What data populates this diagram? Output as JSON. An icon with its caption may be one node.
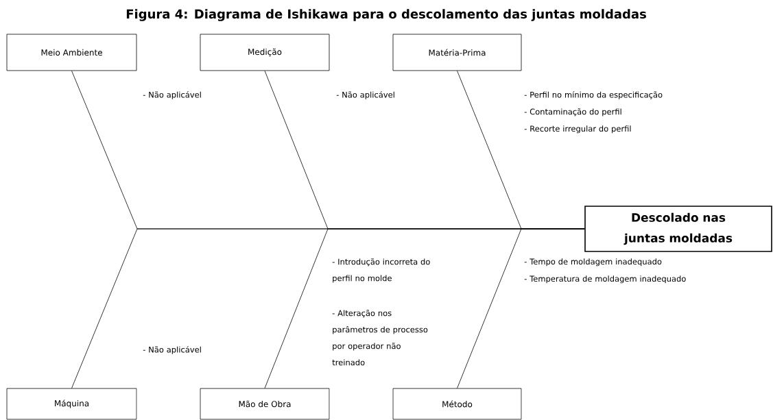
{
  "diagram": {
    "title": "Figura 4: Diagrama de Ishikawa para o descolamento das juntas moldadas",
    "nodes": [
      {
        "text": [
          "Meio Ambiente"
        ]
      },
      {
        "text": [
          "Medição"
        ]
      },
      {
        "text": [
          "Matéria-Prima"
        ]
      },
      {
        "text": [
          "Descolado nas juntas moldadas"
        ]
      },
      {
        "text": [
          "Máquina"
        ]
      },
      {
        "text": [
          "Mão de Obra"
        ]
      },
      {
        "text": [
          "Método"
        ]
      }
    ],
    "edges": [
      {
        "from": 0,
        "to": 3,
        "arrow": "none"
      },
      {
        "from": 1,
        "to": 3,
        "arrow": "none"
      },
      {
        "from": 2,
        "to": 3,
        "arrow": "none"
      },
      {
        "from": 4,
        "to": 3,
        "arrow": "none"
      },
      {
        "from": 5,
        "to": 3,
        "arrow": "none"
      },
      {
        "from": 6,
        "to": 3,
        "arrow": "none"
      }
    ],
    "labels": [
      "- Não aplicável",
      "- Não aplicável",
      "- Perfil no mínimo da especificação",
      "- Contaminação do perfil",
      "- Recorte irregular do perfil",
      "- Introdução incorreta do perfil no molde",
      "- Alteração nos parâmetros de processo por operador não treinado",
      "- Tempo de moldagem inadequado",
      "- Temperatura de moldagem inadequado",
      "- Não aplicável"
    ]
  }
}
